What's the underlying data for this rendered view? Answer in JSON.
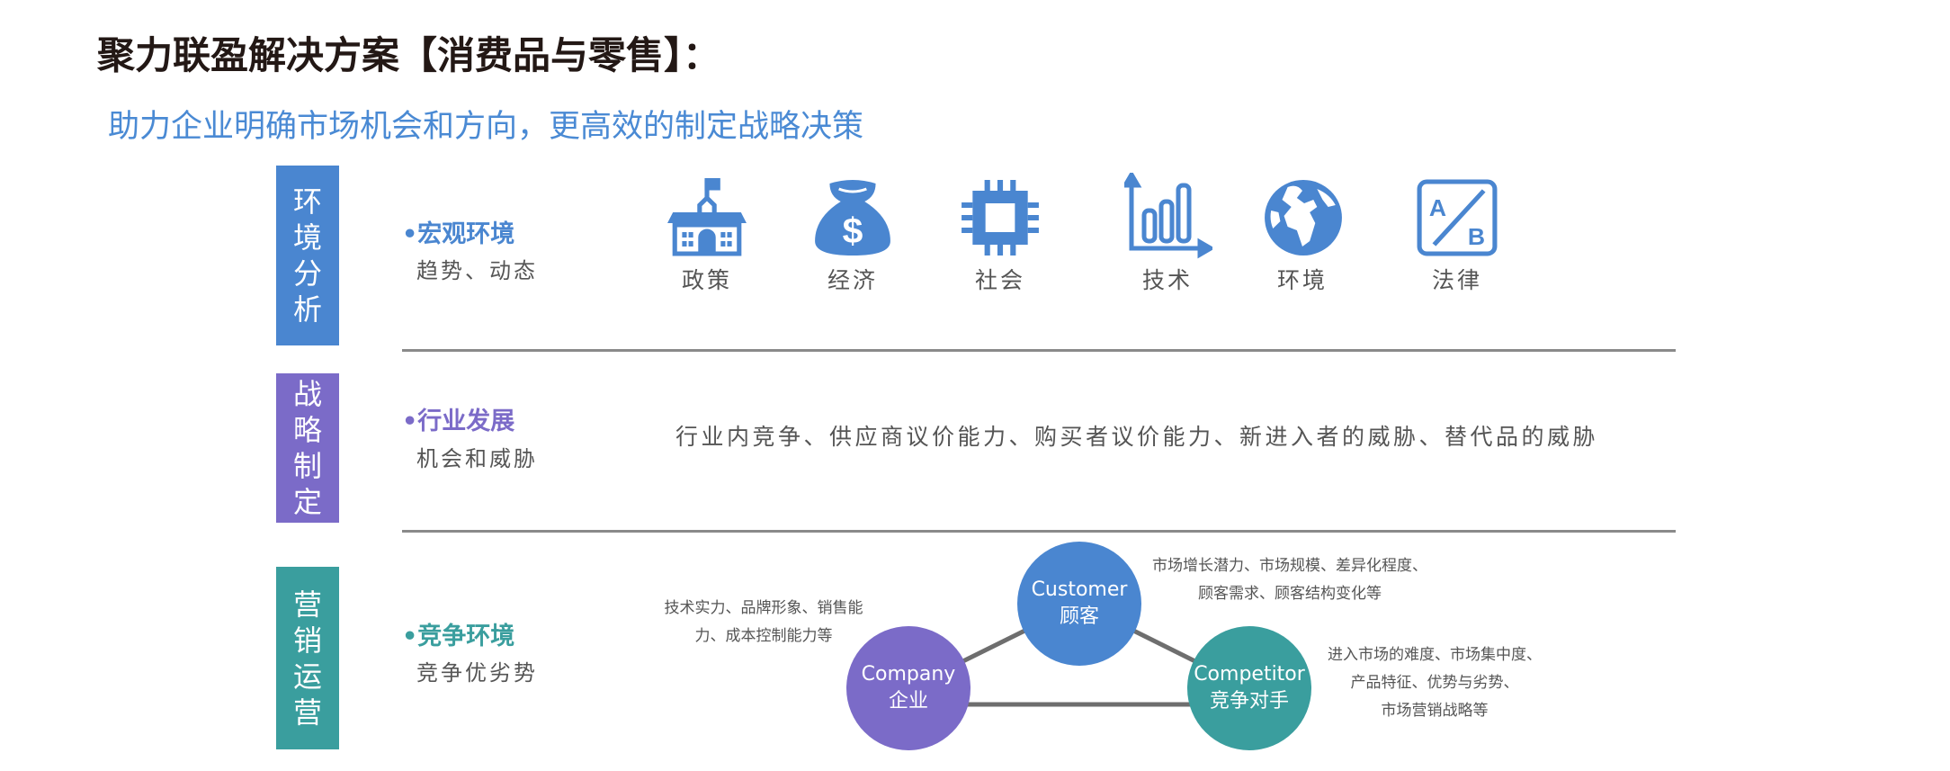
{
  "title": "聚力联盈解决方案【消费品与零售】：",
  "subtitle": "助力企业明确市场机会和方向，更高效的制定战略决策",
  "colors": {
    "blue": "#4a86d0",
    "purple": "#7b6bc8",
    "teal": "#3a9e9e",
    "subtitle": "#4a8ad4"
  },
  "sections": [
    {
      "bar": [
        "环",
        "境",
        "分",
        "析"
      ],
      "heading": "•宏观环境",
      "sub": "趋势、动态",
      "items": [
        {
          "icon": "school-building-icon",
          "label": "政策"
        },
        {
          "icon": "money-bag-icon",
          "label": "经济"
        },
        {
          "icon": "chip-icon",
          "label": "社会"
        },
        {
          "icon": "bar-chart-icon",
          "label": "技术"
        },
        {
          "icon": "globe-icon",
          "label": "环境"
        },
        {
          "icon": "ab-test-icon",
          "label": "法律"
        }
      ]
    },
    {
      "bar": [
        "战",
        "略",
        "制",
        "定"
      ],
      "heading": "•行业发展",
      "sub": "机会和威胁",
      "text": "行业内竞争、供应商议价能力、购买者议价能力、新进入者的威胁、替代品的威胁"
    },
    {
      "bar": [
        "营",
        "销",
        "运",
        "营"
      ],
      "heading": "•竞争环境",
      "sub": "竞争优劣势",
      "nodes": {
        "customer": {
          "en": "Customer",
          "cn": "顾客",
          "note": [
            "市场增长潜力、市场规模、差异化程度、",
            "顾客需求、顾客结构变化等"
          ]
        },
        "company": {
          "en": "Company",
          "cn": "企业",
          "note": [
            "技术实力、品牌形象、销售能",
            "力、成本控制能力等"
          ]
        },
        "competitor": {
          "en": "Competitor",
          "cn": "竞争对手",
          "note": [
            "进入市场的难度、市场集中度、",
            "产品特征、优势与劣势、",
            "市场营销战略等"
          ]
        }
      }
    }
  ]
}
